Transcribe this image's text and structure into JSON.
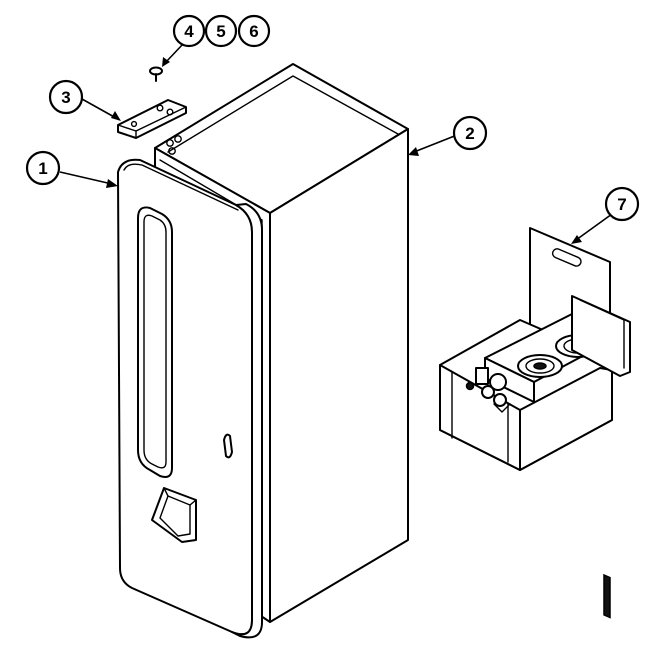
{
  "diagram": {
    "parts": [
      {
        "id": "door",
        "icon": "door-panel"
      },
      {
        "id": "cabinet",
        "icon": "cabinet-box"
      },
      {
        "id": "hinge",
        "icon": "hinge-plate"
      },
      {
        "id": "screw",
        "icon": "screw"
      },
      {
        "id": "ice-dispenser",
        "icon": "ice-dispenser-assembly"
      }
    ],
    "callouts": [
      {
        "label": "1"
      },
      {
        "label": "2"
      },
      {
        "label": "3"
      },
      {
        "label": "4"
      },
      {
        "label": "5"
      },
      {
        "label": "6"
      },
      {
        "label": "7"
      }
    ]
  }
}
